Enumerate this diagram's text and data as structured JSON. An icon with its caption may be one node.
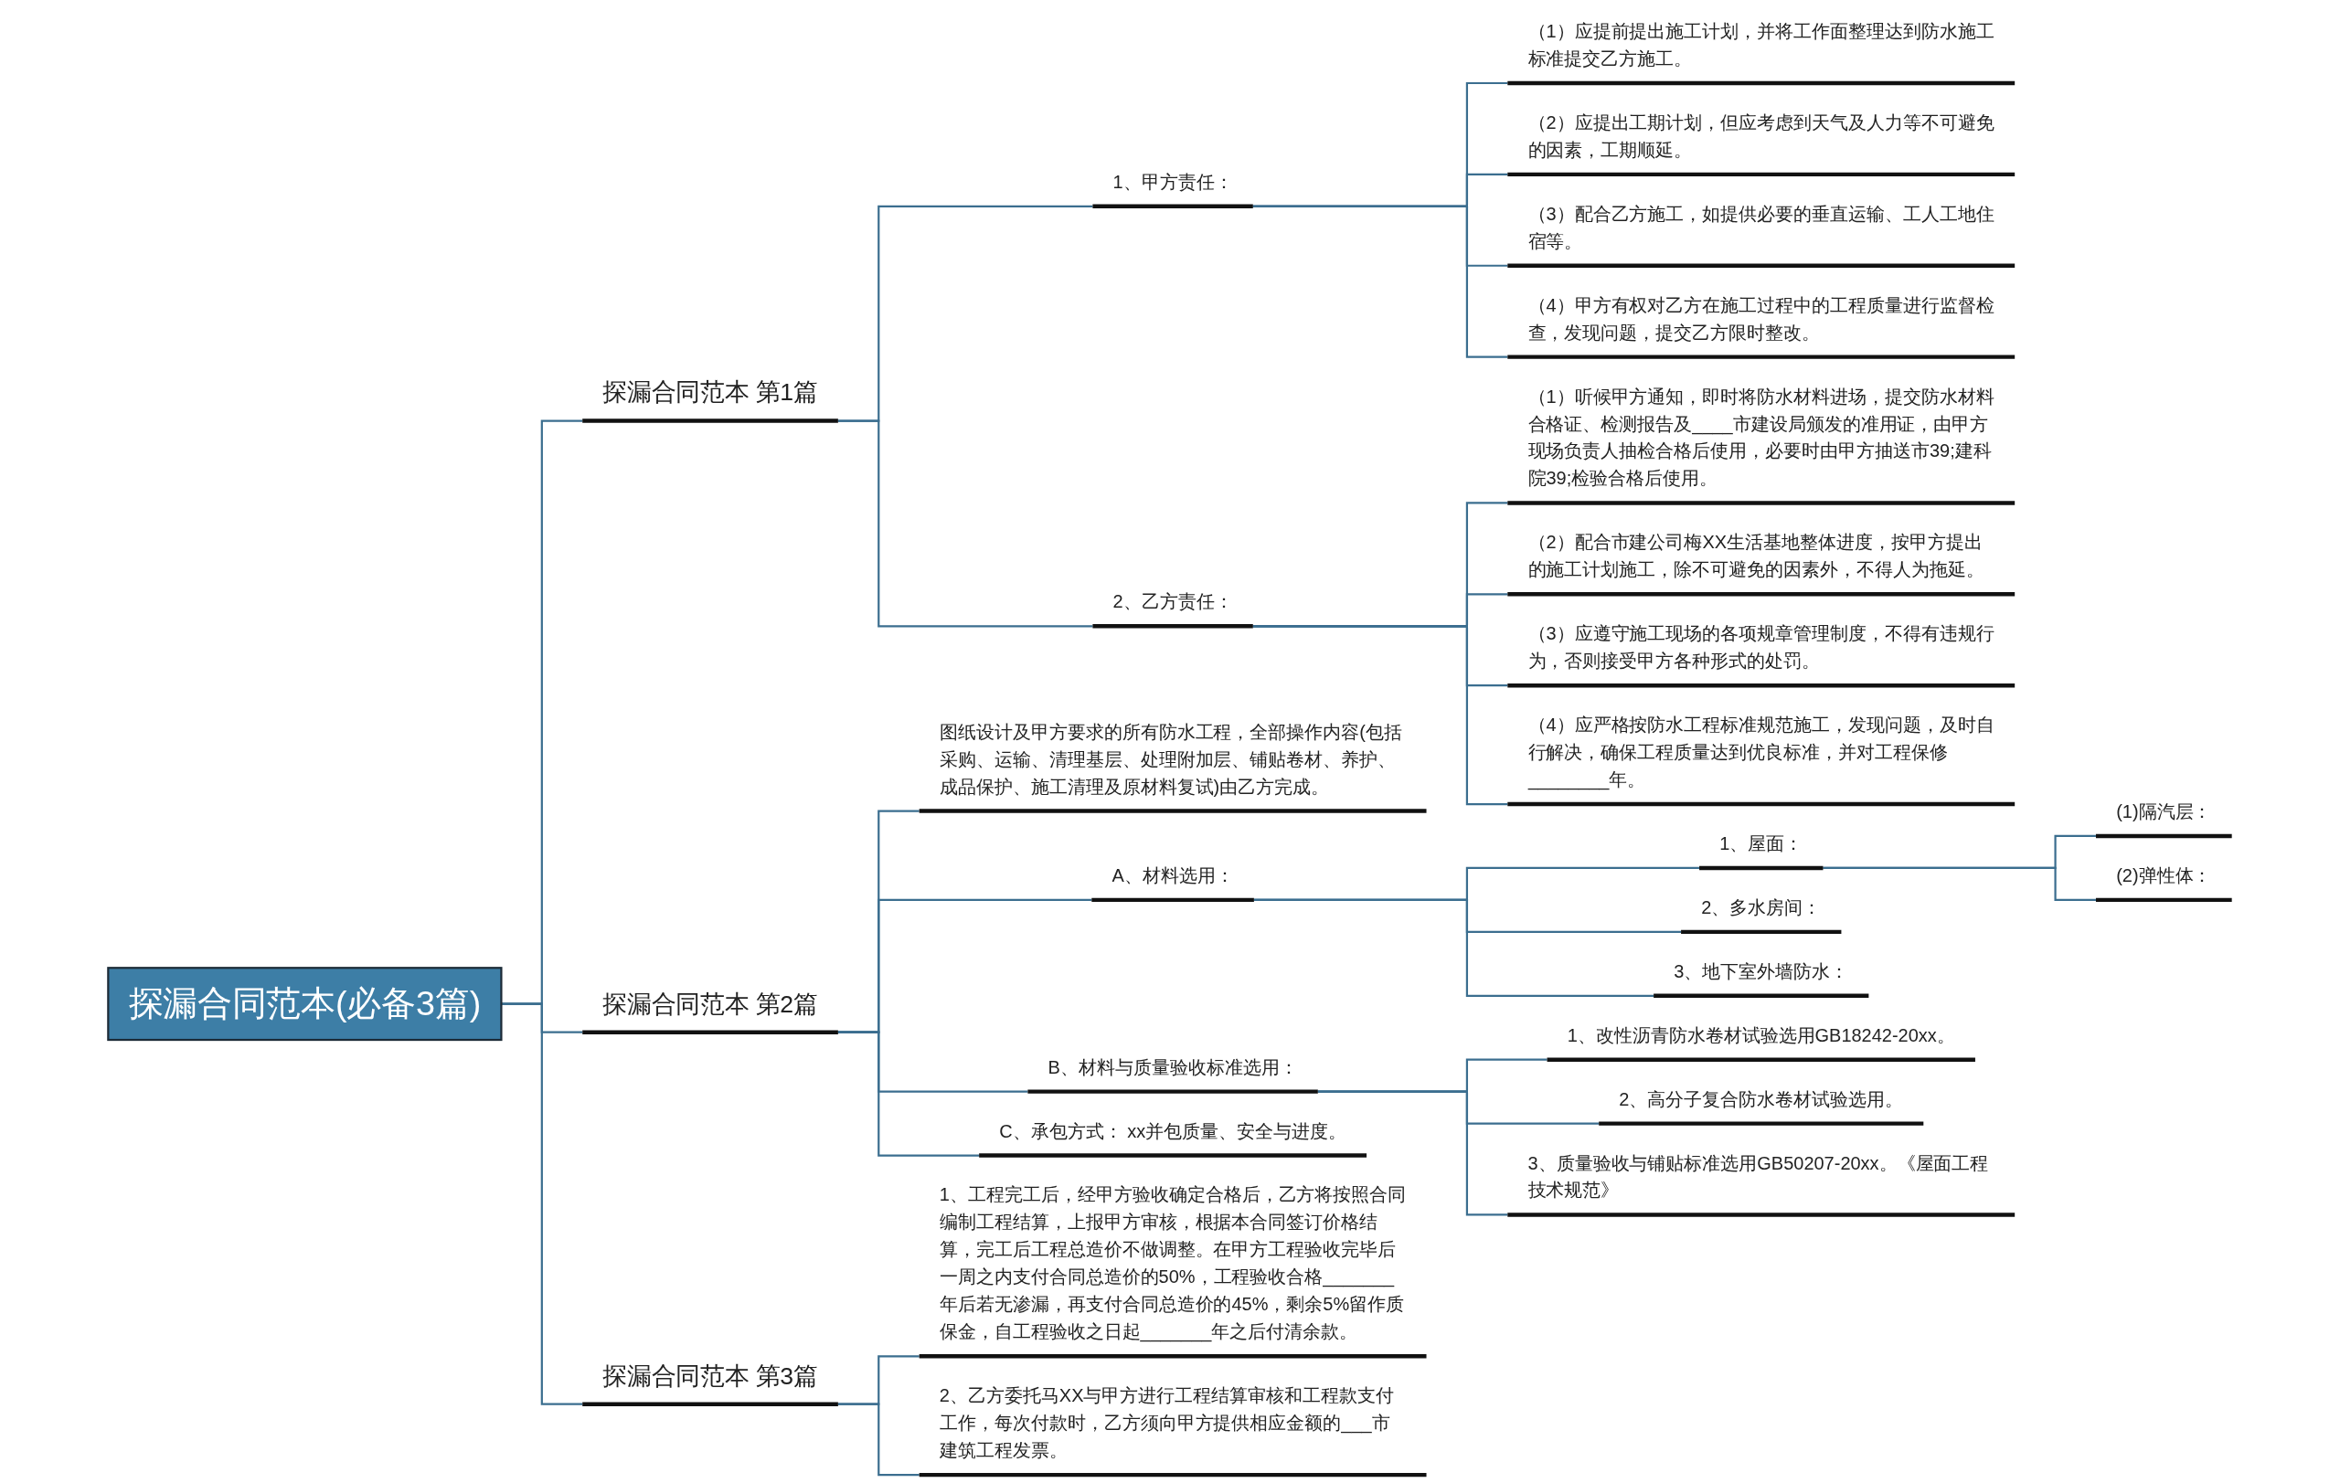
{
  "diagram": {
    "nodes": [
      {
        "text": [
          "探漏合同范本(必备3篇)"
        ]
      },
      {
        "text": [
          "探漏合同范本 第1篇"
        ]
      },
      {
        "text": [
          "1、甲方责任："
        ]
      },
      {
        "text": [
          "（1）应提前提出施工计划，并将工作面整理达到防水施工标准提交乙方施工。"
        ]
      },
      {
        "text": [
          "（2）应提出工期计划，但应考虑到天气及人力等不可避免的因素，工期顺延。"
        ]
      },
      {
        "text": [
          "（3）配合乙方施工，如提供必要的垂直运输、工人工地住宿等。"
        ]
      },
      {
        "text": [
          "（4）甲方有权对乙方在施工过程中的工程质量进行监督检查，发现问题，提交乙方限时整改。"
        ]
      },
      {
        "text": [
          "2、乙方责任："
        ]
      },
      {
        "text": [
          "（1）听候甲方通知，即时将防水材料进场，提交防水材料合格证、检测报告及____市建设局颁发的准用证，由甲方现场负责人抽检合格后使用，必要时由甲方抽送市39;建科院39;检验合格后使用。"
        ]
      },
      {
        "text": [
          "（2）配合市建公司梅XX生活基地整体进度，按甲方提出的施工计划施工，除不可避免的因素外，不得人为拖延。"
        ]
      },
      {
        "text": [
          "（3）应遵守施工现场的各项规章管理制度，不得有违规行为，否则接受甲方各种形式的处罚。"
        ]
      },
      {
        "text": [
          "（4）应严格按防水工程标准规范施工，发现问题，及时自行解决，确保工程质量达到优良标准，并对工程保修________年。"
        ]
      },
      {
        "text": [
          "探漏合同范本 第2篇"
        ]
      },
      {
        "text": [
          "图纸设计及甲方要求的所有防水工程，全部操作内容(包括采购、运输、清理基层、处理附加层、铺贴卷材、养护、成品保护、施工清理及原材料复试)由乙方完成。"
        ]
      },
      {
        "text": [
          "A、材料选用："
        ]
      },
      {
        "text": [
          "1、屋面："
        ]
      },
      {
        "text": [
          "(1)隔汽层："
        ]
      },
      {
        "text": [
          "(2)弹性体："
        ]
      },
      {
        "text": [
          "2、多水房间："
        ]
      },
      {
        "text": [
          "3、地下室外墙防水："
        ]
      },
      {
        "text": [
          "B、材料与质量验收标准选用："
        ]
      },
      {
        "text": [
          "1、改性沥青防水卷材试验选用GB18242-20xx。"
        ]
      },
      {
        "text": [
          "2、高分子复合防水卷材试验选用。"
        ]
      },
      {
        "text": [
          "3、质量验收与铺贴标准选用GB50207-20xx。《屋面工程技术规范》"
        ]
      },
      {
        "text": [
          "C、承包方式： xx并包质量、安全与进度。"
        ]
      },
      {
        "text": [
          "探漏合同范本 第3篇"
        ]
      },
      {
        "text": [
          "1、工程完工后，经甲方验收确定合格后，乙方将按照合同编制工程结算，上报甲方审核，根据本合同签订价格结算，完工后工程总造价不做调整。在甲方工程验收完毕后一周之内支付合同总造价的50%，工程验收合格_______年后若无渗漏，再支付合同总造价的45%，剩余5%留作质保金，自工程验收之日起_______年之后付清余款。"
        ]
      },
      {
        "text": [
          "2、乙方委托马XX与甲方进行工程结算审核和工程款支付工作，每次付款时，乙方须向甲方提供相应金额的___市建筑工程发票。"
        ]
      }
    ],
    "edges": [
      {
        "from": 0,
        "to": 1,
        "arrow": "none"
      },
      {
        "from": 1,
        "to": 2,
        "arrow": "none"
      },
      {
        "from": 2,
        "to": 3,
        "arrow": "none"
      },
      {
        "from": 2,
        "to": 4,
        "arrow": "none"
      },
      {
        "from": 2,
        "to": 5,
        "arrow": "none"
      },
      {
        "from": 2,
        "to": 6,
        "arrow": "none"
      },
      {
        "from": 1,
        "to": 7,
        "arrow": "none"
      },
      {
        "from": 7,
        "to": 8,
        "arrow": "none"
      },
      {
        "from": 7,
        "to": 9,
        "arrow": "none"
      },
      {
        "from": 7,
        "to": 10,
        "arrow": "none"
      },
      {
        "from": 7,
        "to": 11,
        "arrow": "none"
      },
      {
        "from": 0,
        "to": 12,
        "arrow": "none"
      },
      {
        "from": 12,
        "to": 13,
        "arrow": "none"
      },
      {
        "from": 12,
        "to": 14,
        "arrow": "none"
      },
      {
        "from": 14,
        "to": 15,
        "arrow": "none"
      },
      {
        "from": 15,
        "to": 16,
        "arrow": "none"
      },
      {
        "from": 15,
        "to": 17,
        "arrow": "none"
      },
      {
        "from": 14,
        "to": 18,
        "arrow": "none"
      },
      {
        "from": 14,
        "to": 19,
        "arrow": "none"
      },
      {
        "from": 12,
        "to": 20,
        "arrow": "none"
      },
      {
        "from": 20,
        "to": 21,
        "arrow": "none"
      },
      {
        "from": 20,
        "to": 22,
        "arrow": "none"
      },
      {
        "from": 20,
        "to": 23,
        "arrow": "none"
      },
      {
        "from": 12,
        "to": 24,
        "arrow": "none"
      },
      {
        "from": 0,
        "to": 25,
        "arrow": "none"
      },
      {
        "from": 25,
        "to": 26,
        "arrow": "none"
      },
      {
        "from": 25,
        "to": 27,
        "arrow": "none"
      }
    ]
  }
}
